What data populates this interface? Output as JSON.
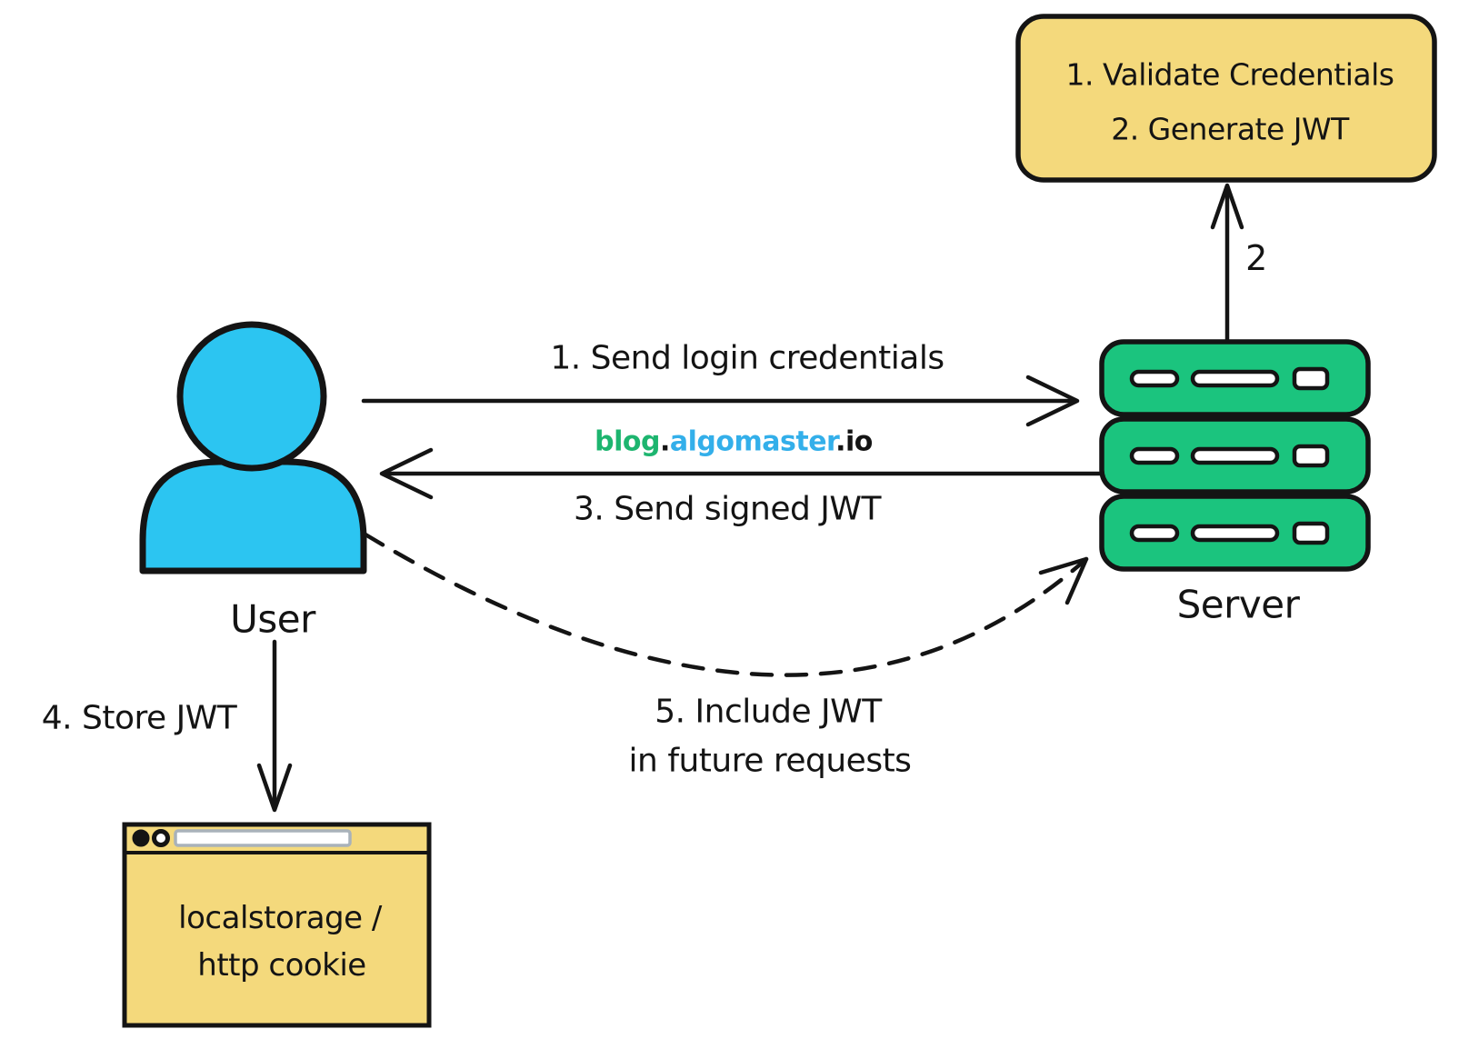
{
  "colors": {
    "background": "#ffffff",
    "stroke": "#141414",
    "note_yellow": "#F4D97C",
    "server_green": "#1BC47E",
    "user_cyan": "#2CC5F1",
    "pill_white": "#ffffff",
    "address_bar_fill": "#ffffff",
    "address_bar_border": "#A9B2BA",
    "watermark_green": "#1DB56F",
    "watermark_blue": "#33AFEA",
    "watermark_black": "#141414"
  },
  "nodes": {
    "user": {
      "label": "User"
    },
    "server": {
      "label": "Server"
    },
    "process_note": {
      "line1": "1. Validate Credentials",
      "line2": "2. Generate JWT"
    },
    "storage": {
      "line1": "localstorage /",
      "line2": "http cookie"
    }
  },
  "edges": {
    "login": {
      "label": "1. Send login credentials"
    },
    "generate": {
      "label": "2"
    },
    "signed_jwt": {
      "label": "3. Send signed JWT"
    },
    "store_jwt": {
      "label": "4. Store JWT"
    },
    "include_jwt": {
      "line1": "5. Include JWT",
      "line2": "in future requests"
    }
  },
  "watermark": {
    "blog": "blog",
    "dot1": ".",
    "algomaster": "algomaster",
    "dot2": ".",
    "io": "io"
  }
}
